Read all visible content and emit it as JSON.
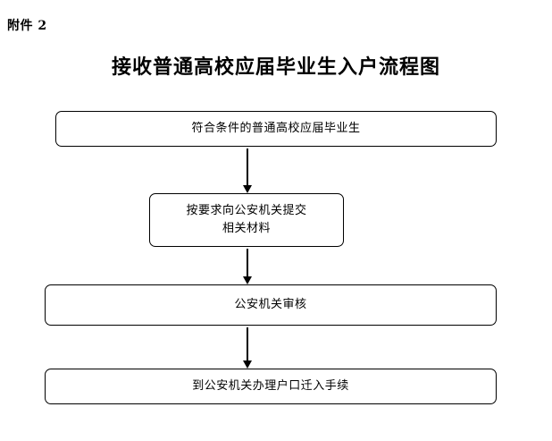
{
  "document": {
    "attachment_label": "附件 2",
    "title": "接收普通高校应届毕业生入户流程图"
  },
  "flowchart": {
    "type": "flow",
    "orientation": "vertical",
    "nodes": [
      {
        "id": "node-0",
        "lines": [
          "符合条件的普通高校应届毕业生"
        ]
      },
      {
        "id": "node-1",
        "lines": [
          "按要求向公安机关提交",
          "相关材料"
        ]
      },
      {
        "id": "node-2",
        "lines": [
          "公安机关审核"
        ]
      },
      {
        "id": "node-3",
        "lines": [
          "到公安机关办理户口迁入手续"
        ]
      }
    ],
    "arrows": [
      {
        "id": "arrow-0",
        "from": "node-0",
        "to": "node-1"
      },
      {
        "id": "arrow-1",
        "from": "node-1",
        "to": "node-2"
      },
      {
        "id": "arrow-2",
        "from": "node-2",
        "to": "node-3"
      }
    ],
    "colors": {
      "stroke": "#000000",
      "fill": "#ffffff",
      "text": "#000000"
    }
  }
}
